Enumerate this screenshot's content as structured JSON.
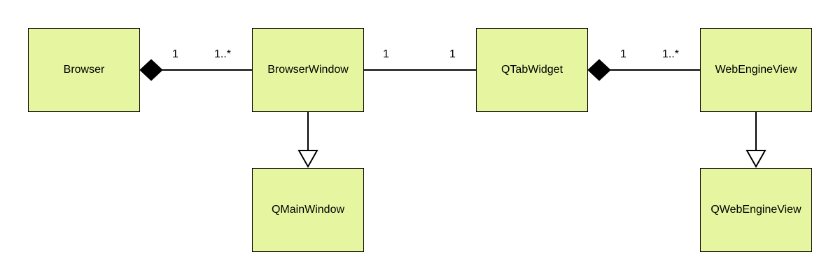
{
  "colors": {
    "class_fill": "#e6f5a0",
    "stroke": "#000000",
    "background": "#ffffff"
  },
  "classes": {
    "browser": "Browser",
    "browser_window": "BrowserWindow",
    "qtab_widget": "QTabWidget",
    "web_engine_view": "WebEngineView",
    "qmain_window": "QMainWindow",
    "qweb_engine_view": "QWebEngineView"
  },
  "associations": [
    {
      "from": "Browser",
      "to": "BrowserWindow",
      "kind": "composition",
      "from_mult": "1",
      "to_mult": "1..*"
    },
    {
      "from": "BrowserWindow",
      "to": "QTabWidget",
      "kind": "association",
      "from_mult": "1",
      "to_mult": "1"
    },
    {
      "from": "QTabWidget",
      "to": "WebEngineView",
      "kind": "composition",
      "from_mult": "1",
      "to_mult": "1..*"
    },
    {
      "from": "BrowserWindow",
      "to": "QMainWindow",
      "kind": "generalization"
    },
    {
      "from": "WebEngineView",
      "to": "QWebEngineView",
      "kind": "generalization"
    }
  ]
}
